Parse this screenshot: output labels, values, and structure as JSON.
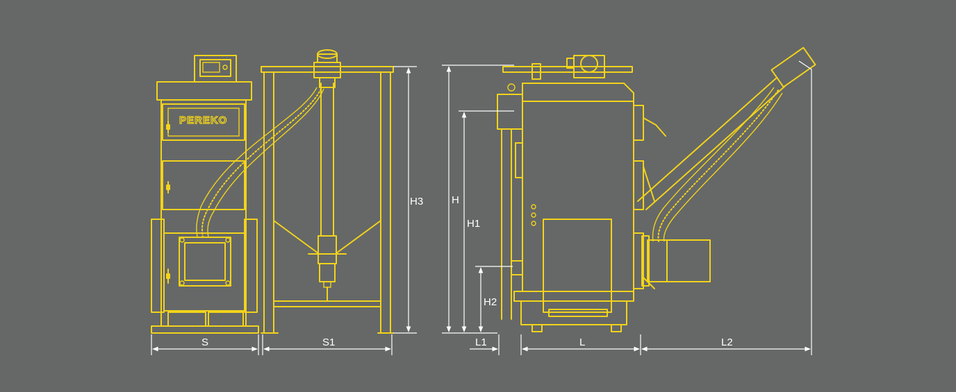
{
  "diagram": {
    "brand_label": "PEREKO",
    "dimensions": {
      "S": "S",
      "S1": "S1",
      "H3": "H3",
      "H": "H",
      "H1": "H1",
      "H2": "H2",
      "L1": "L1",
      "L": "L",
      "L2": "L2"
    }
  },
  "colors": {
    "background": "#656867",
    "drawing": "#f2d31b",
    "dimension": "#ffffff"
  }
}
